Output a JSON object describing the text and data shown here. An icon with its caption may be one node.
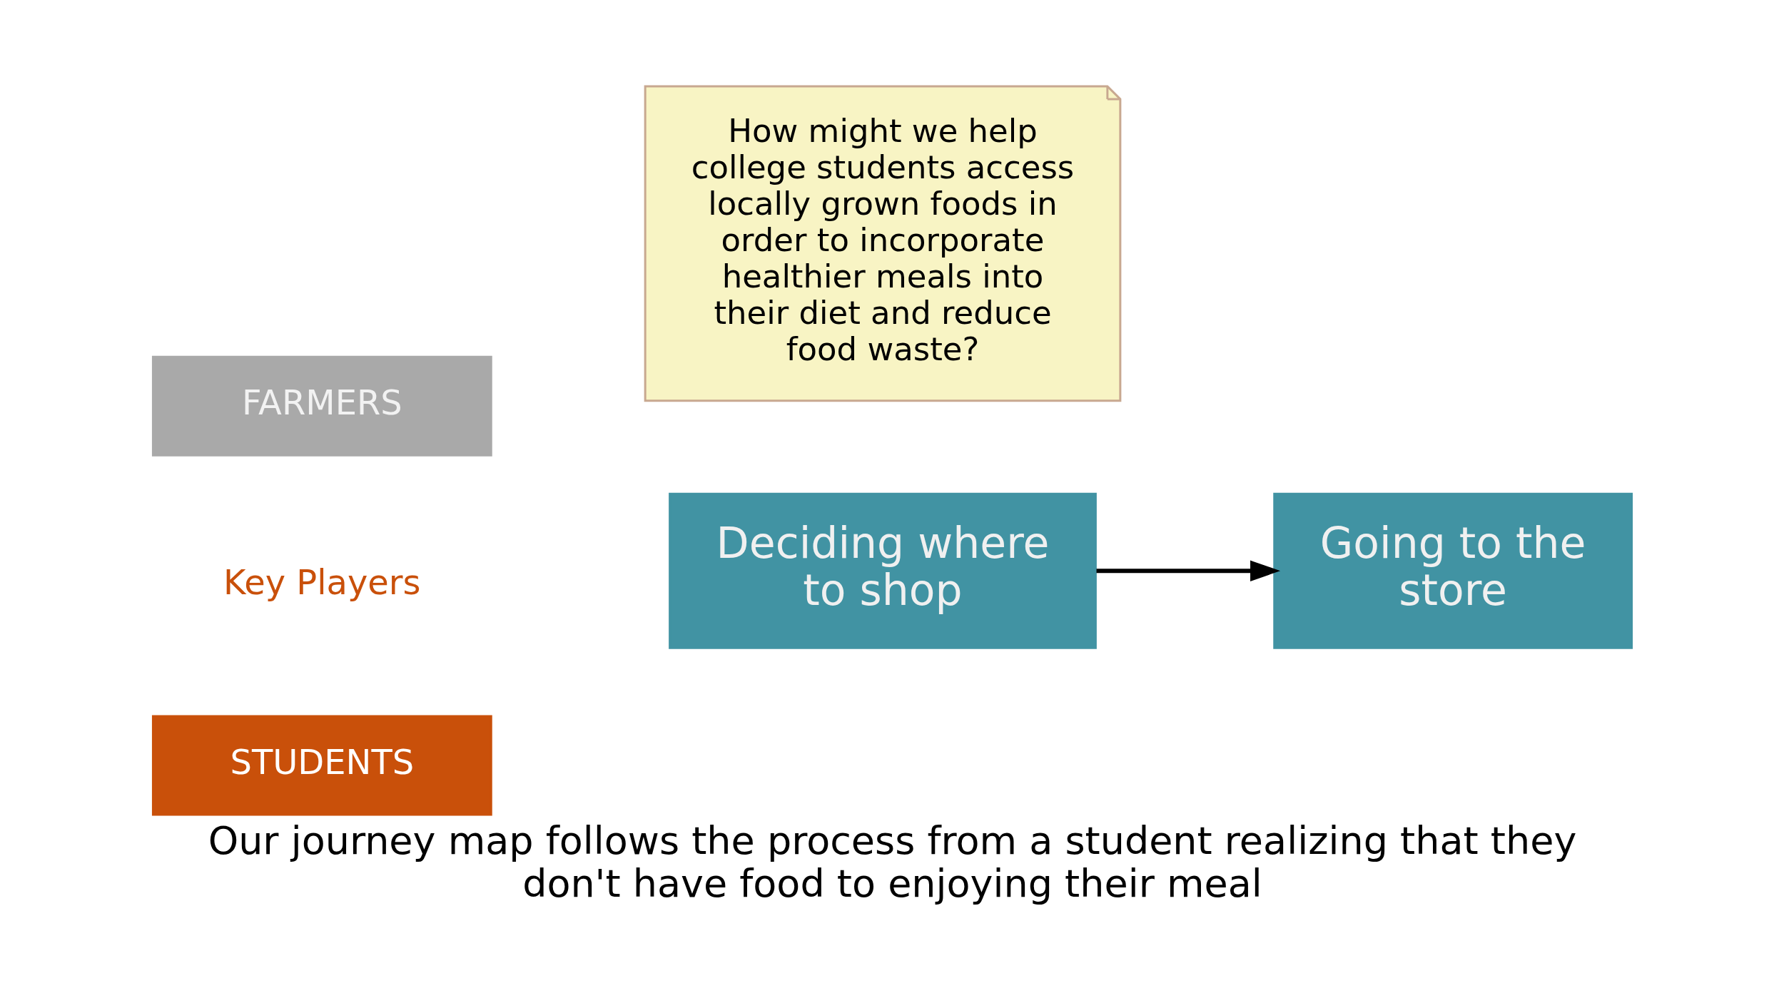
{
  "diagram": {
    "caption": "Our journey map follows the process from a student realizing that they don't have food to enjoying their meal",
    "nodes": [
      {
        "text": [
          "STUDENTS"
        ]
      },
      {
        "text": [
          "FARMERS"
        ]
      },
      {
        "text": [
          "How might we help college students access locally grown foods in order to incorporate healthier meals into their diet and reduce food waste?"
        ]
      },
      {
        "text": [
          "Deciding where to shop"
        ]
      },
      {
        "text": [
          "Going to the store"
        ]
      }
    ],
    "edges": [
      {
        "from": 3,
        "to": 4,
        "arrow": "to"
      }
    ],
    "labels": [
      "Key Players"
    ]
  }
}
